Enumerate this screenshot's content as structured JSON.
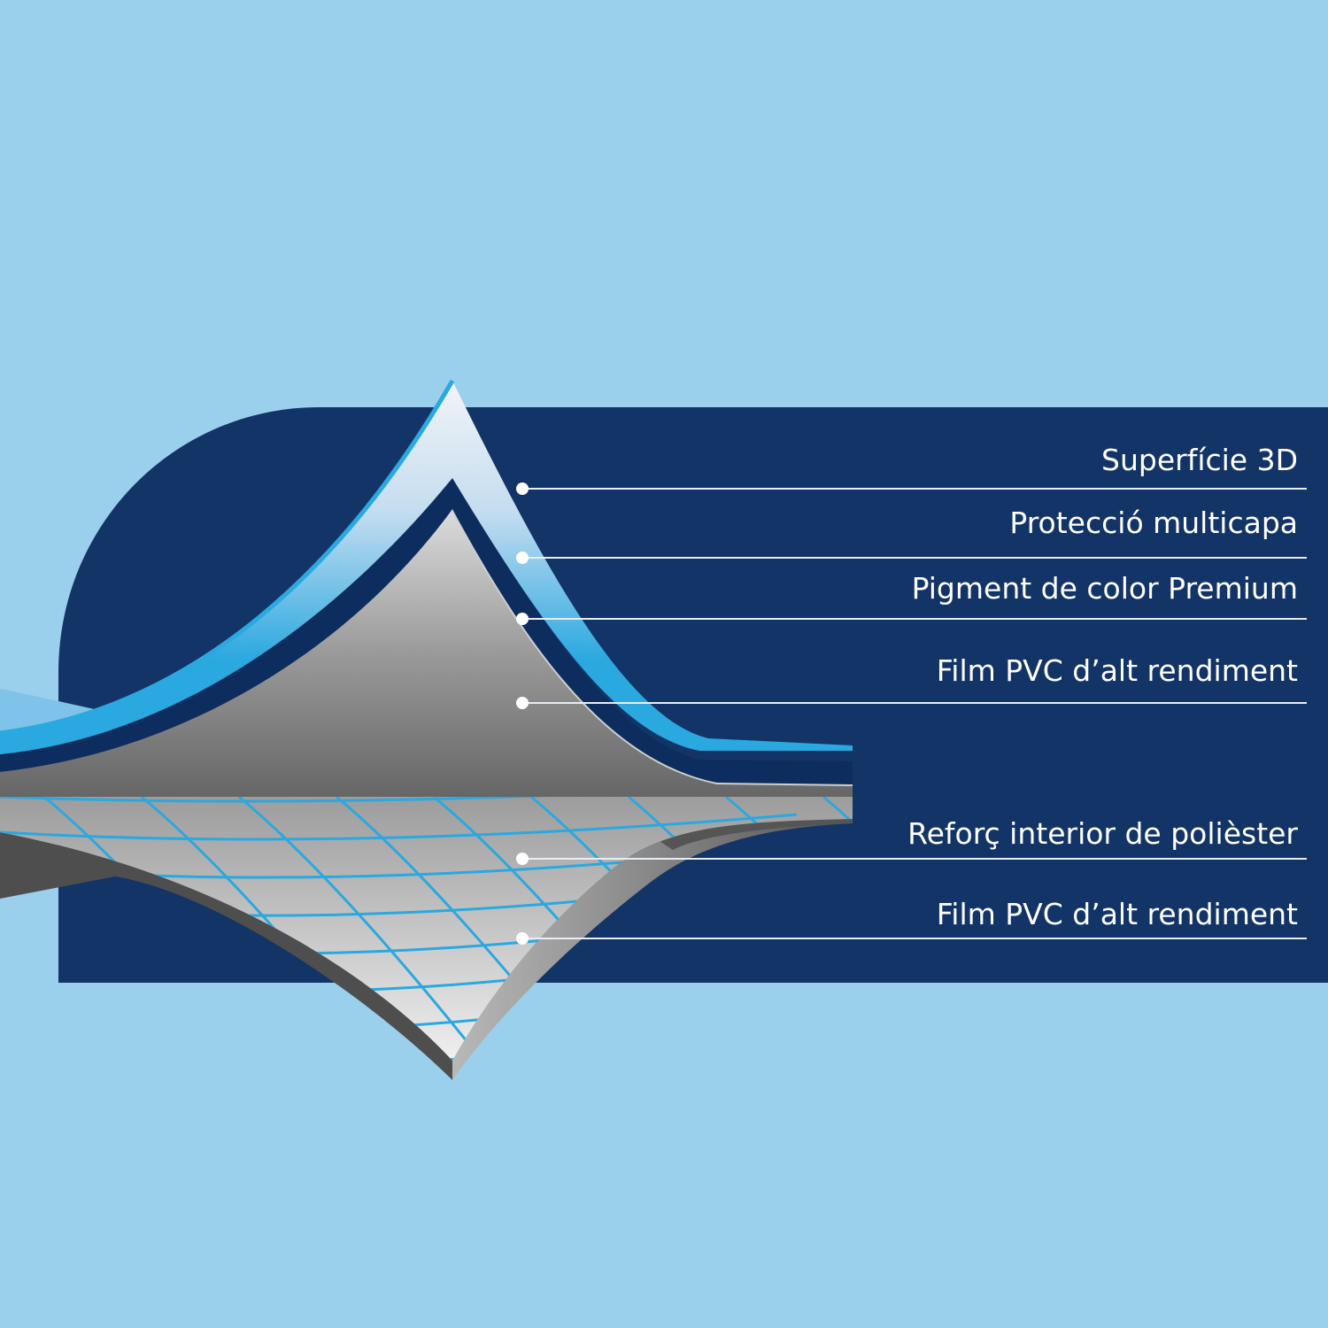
{
  "colors": {
    "background": "#9ad0ec",
    "panel": "#133466",
    "accent": "#2aa8e0"
  },
  "layers": [
    {
      "label": "Superfície 3D"
    },
    {
      "label": "Protecció multicapa"
    },
    {
      "label": "Pigment de color Premium"
    },
    {
      "label": "Film PVC d’alt rendiment"
    },
    {
      "label": "Reforç interior de polièster"
    },
    {
      "label": "Film PVC d’alt rendiment"
    }
  ]
}
